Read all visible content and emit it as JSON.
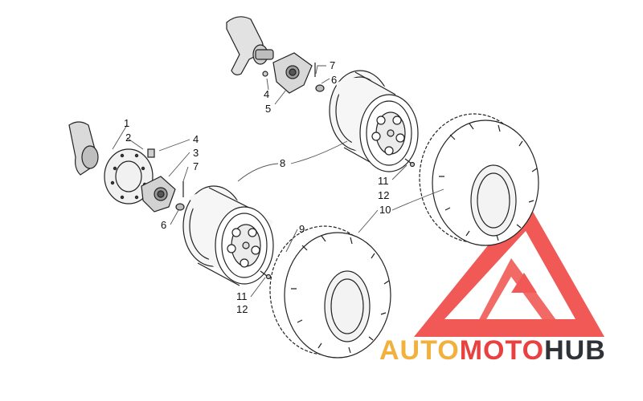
{
  "diagram": {
    "labels": {
      "top_7": "7",
      "top_6": "6",
      "top_4": "4",
      "top_5": "5",
      "left_1": "1",
      "left_2": "2",
      "left_4": "4",
      "left_3": "3",
      "left_7": "7",
      "left_6": "6",
      "center_8": "8",
      "front_9": "9",
      "front_11": "11",
      "front_12": "12",
      "rear_11": "11",
      "rear_12": "12",
      "tire_10": "10"
    }
  },
  "watermark": {
    "part1": "AUTO",
    "part2": "MOTO",
    "part3": "HUB",
    "colors": {
      "auto": "#f2b13c",
      "moto": "#e9413f",
      "hub": "#2f3237",
      "logo": "#ef4b47"
    }
  }
}
